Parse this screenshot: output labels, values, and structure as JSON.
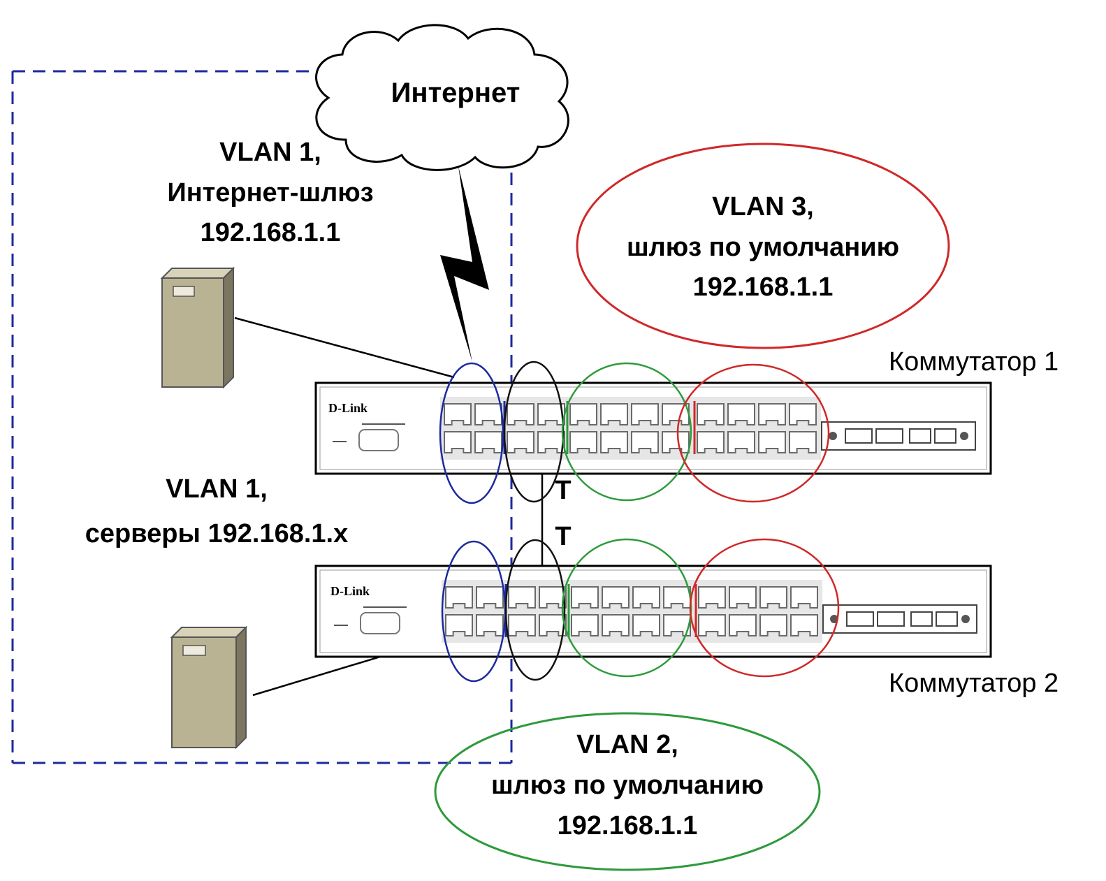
{
  "cloud": {
    "label": "Интернет"
  },
  "vlan1_gateway": {
    "line1": "VLAN 1,",
    "line2": "Интернет-шлюз",
    "line3": "192.168.1.1"
  },
  "vlan1_servers": {
    "line1": "VLAN 1,",
    "line2": "серверы 192.168.1.x"
  },
  "vlan3": {
    "line1": "VLAN 3,",
    "line2": "шлюз по умолчанию",
    "line3": "192.168.1.1"
  },
  "vlan2": {
    "line1": "VLAN 2,",
    "line2": "шлюз по умолчанию",
    "line3": "192.168.1.1"
  },
  "switch1": {
    "name": "Коммутатор 1",
    "logo": "D-Link"
  },
  "switch2": {
    "name": "Коммутатор 2",
    "logo": "D-Link"
  },
  "trunk": {
    "tag_top": "T",
    "tag_bottom": "T"
  },
  "colors": {
    "vlan1": "#1c2a9e",
    "vlan2": "#2e9a3c",
    "vlan3": "#d02828",
    "trunk": "#111111",
    "server_body": "#b9b394"
  },
  "icons": [
    "cloud-icon",
    "lightning-icon",
    "server-icon",
    "switch-icon"
  ]
}
